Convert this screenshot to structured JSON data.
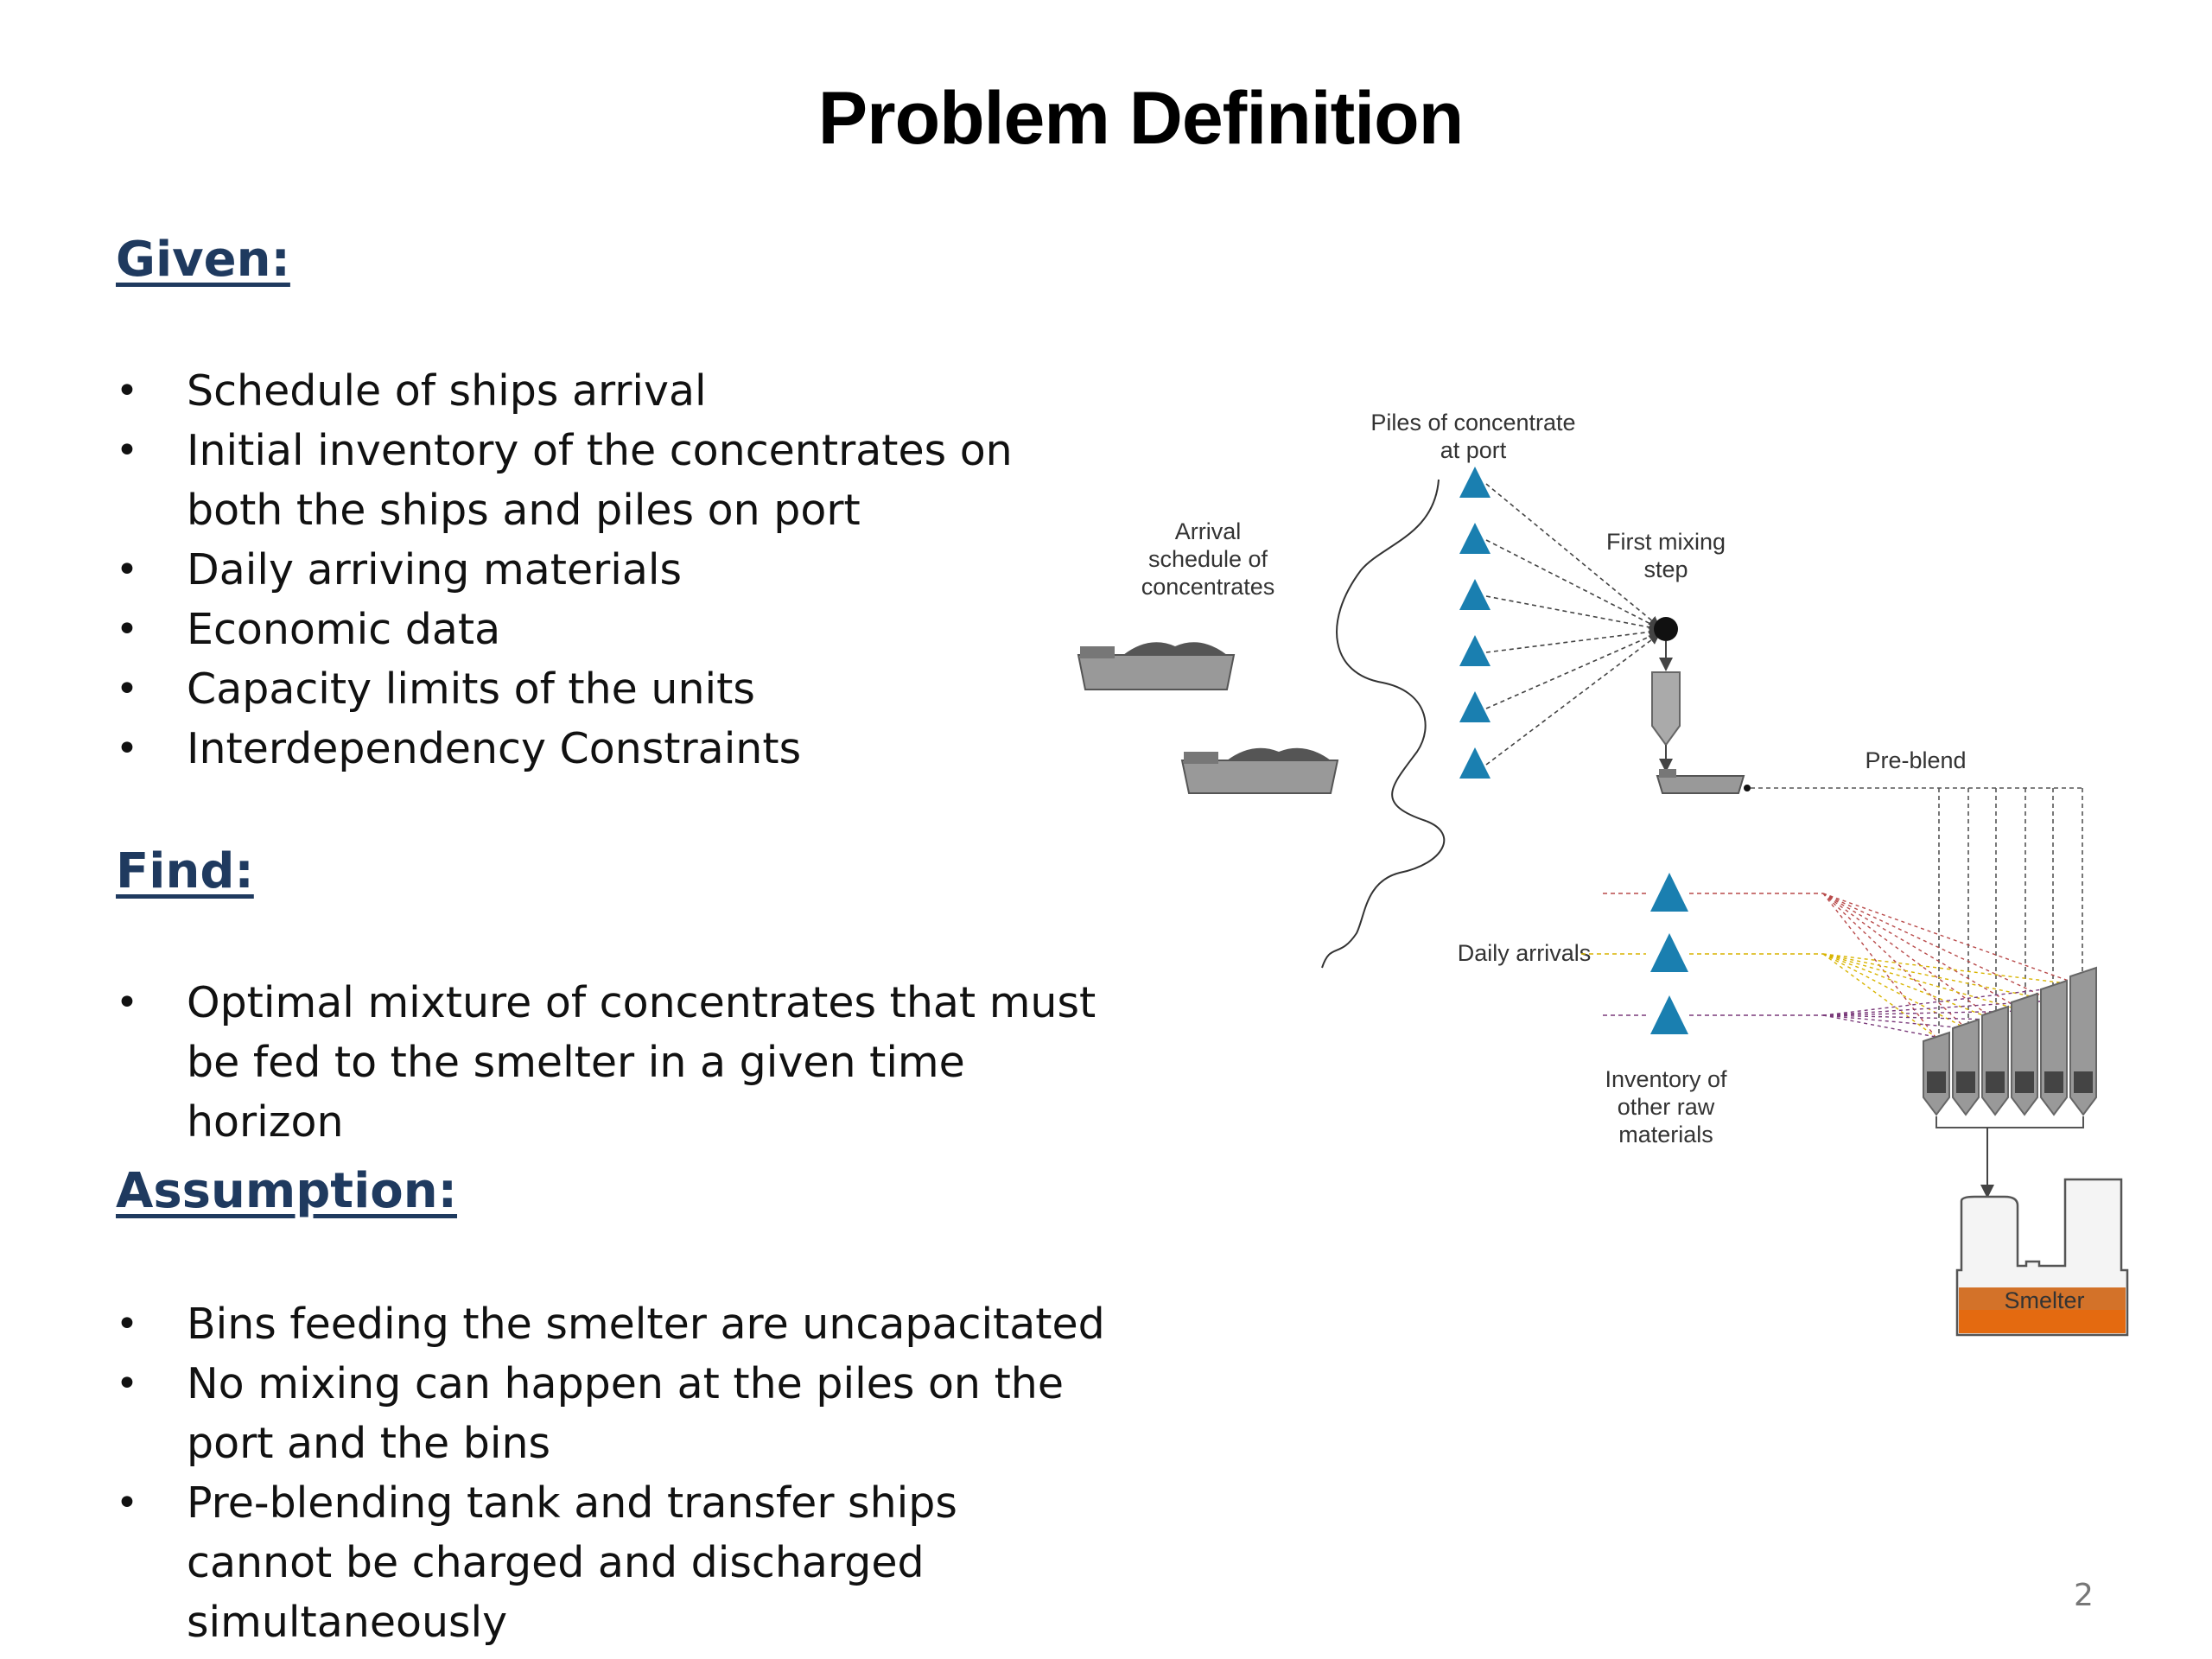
{
  "slide": {
    "title": "Problem Definition",
    "page_number": "2"
  },
  "given": {
    "heading": "Given:",
    "items": [
      "Schedule of ships arrival",
      "Initial inventory of the concentrates on both the ships and piles on port",
      "Daily arriving materials",
      "Economic data",
      "Capacity limits of the units",
      "Interdependency Constraints"
    ]
  },
  "find": {
    "heading": "Find:",
    "items": [
      "Optimal mixture of concentrates that must be fed to the smelter in a given time horizon"
    ]
  },
  "assumption": {
    "heading": "Assumption:",
    "items": [
      "Bins feeding the smelter are uncapacitated",
      "No mixing can happen at the piles on the port and the bins",
      "Pre-blending tank and transfer ships cannot be charged and discharged simultaneously"
    ]
  },
  "diagram": {
    "labels": {
      "piles_line1": "Piles of concentrate",
      "piles_line2": "at port",
      "arrival_line1": "Arrival",
      "arrival_line2": "schedule of",
      "arrival_line3": "concentrates",
      "first_mixing_line1": "First mixing",
      "first_mixing_line2": "step",
      "preblend": "Pre-blend",
      "daily_arrivals": "Daily arrivals",
      "inventory_line1": "Inventory of",
      "inventory_line2": "other raw",
      "inventory_line3": "materials",
      "smelter": "Smelter"
    },
    "colors": {
      "pile": "#1a7fb0",
      "flow_yellow": "#d8b400",
      "flow_red": "#b84a4a",
      "flow_purple": "#7a3a7a",
      "smelter_fill": "#e46a10"
    }
  }
}
